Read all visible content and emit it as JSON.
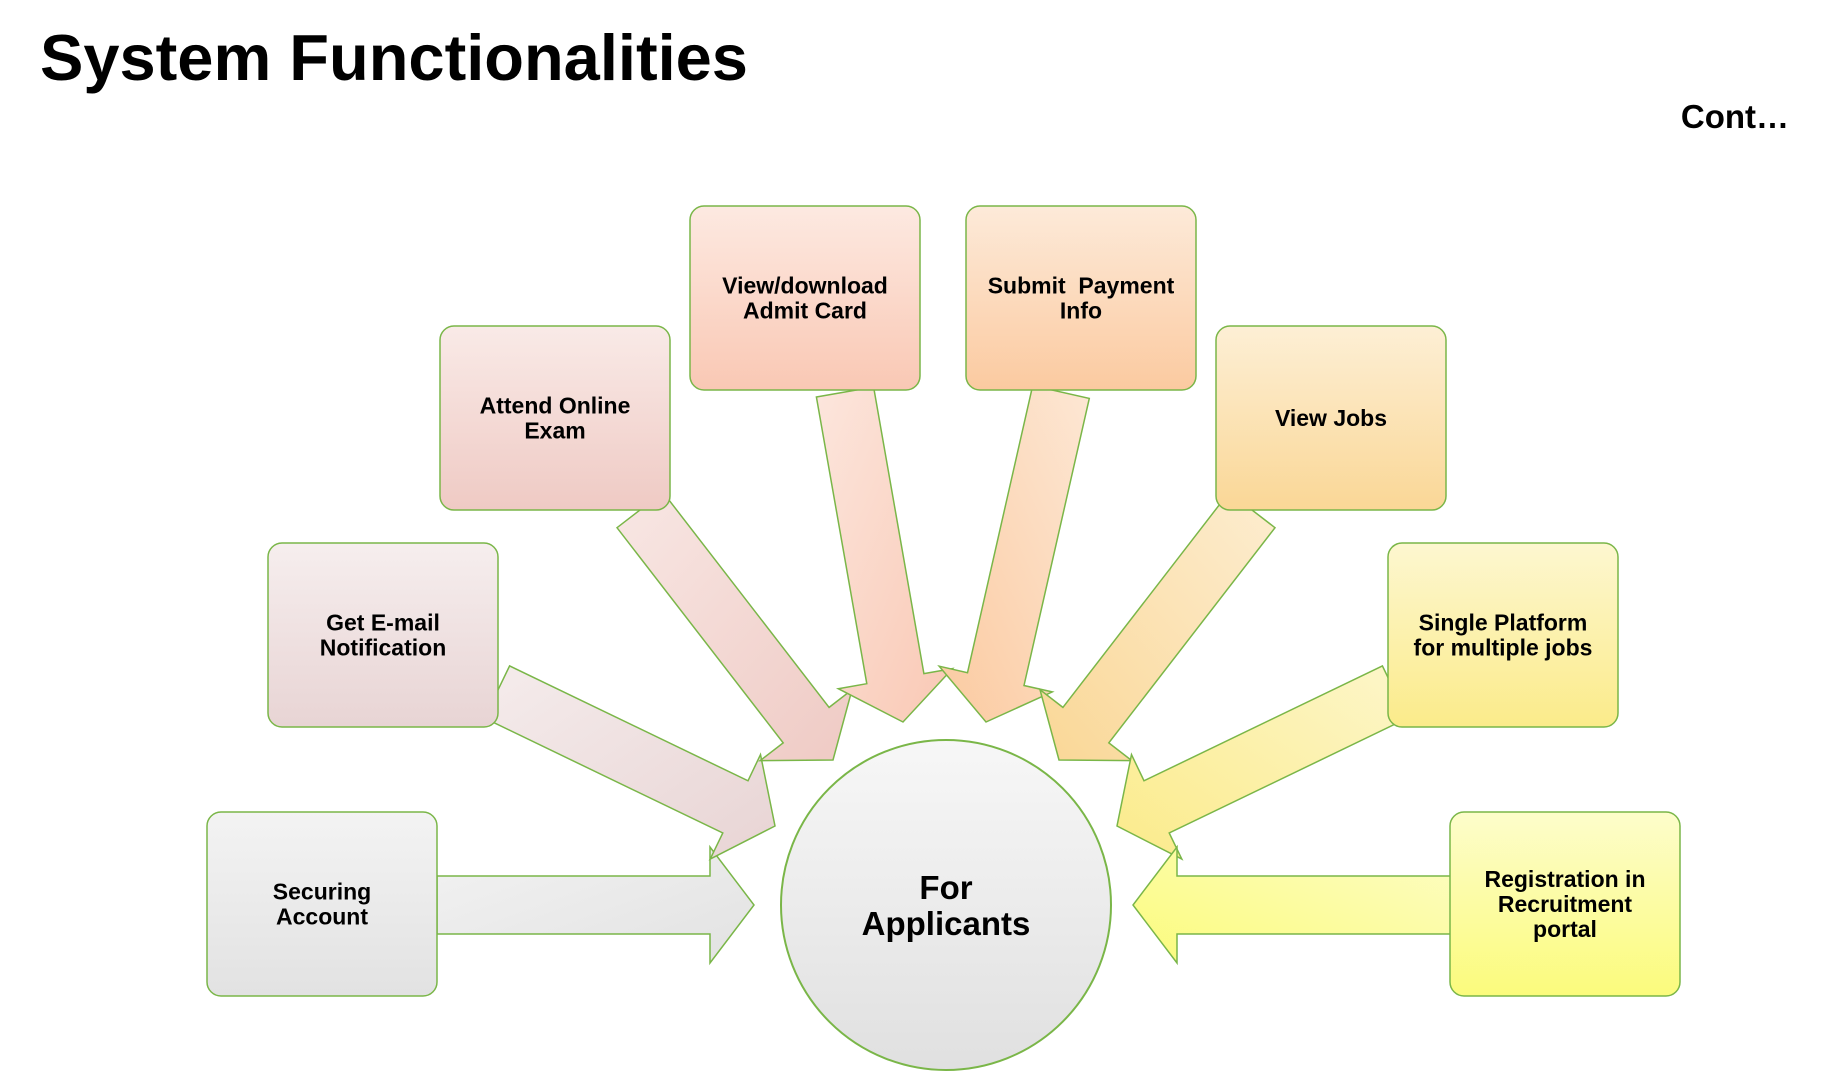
{
  "slide": {
    "title": "System Functionalities",
    "continuation": "Cont…"
  },
  "center": {
    "label_lines": [
      "For",
      "Applicants"
    ]
  },
  "nodes": [
    {
      "id": "securing-account",
      "lines": [
        "Securing",
        "Account"
      ],
      "color": "#e2e2e2"
    },
    {
      "id": "email-notification",
      "lines": [
        "Get E-mail",
        "Notification"
      ],
      "color": "#e8d4d4"
    },
    {
      "id": "online-exam",
      "lines": [
        "Attend Online",
        "Exam"
      ],
      "color": "#efcac4"
    },
    {
      "id": "admit-card",
      "lines": [
        "View/download",
        "Admit Card"
      ],
      "color": "#f9c8b4"
    },
    {
      "id": "payment-info",
      "lines": [
        "Submit  Payment",
        "Info"
      ],
      "color": "#fbcaa0"
    },
    {
      "id": "view-jobs",
      "lines": [
        "View Jobs"
      ],
      "color": "#fad796"
    },
    {
      "id": "single-platform",
      "lines": [
        "Single Platform",
        "for multiple jobs"
      ],
      "color": "#fbeb8a"
    },
    {
      "id": "registration",
      "lines": [
        "Registration in",
        "Recruitment",
        "portal"
      ],
      "color": "#fbfb7c"
    }
  ],
  "colors": {
    "border": "#7ab648",
    "text": "#000000",
    "circle_fill": "#e0e0e0"
  }
}
